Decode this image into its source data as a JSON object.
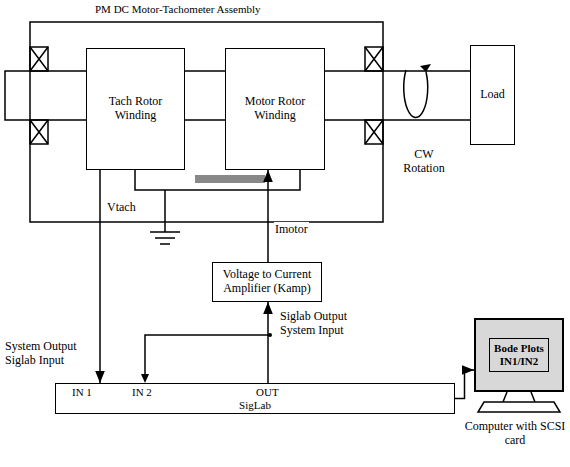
{
  "diagram": {
    "title": "PM DC Motor-Tachometer Assembly",
    "nodes": [
      {
        "text": [
          "Tach Rotor Winding"
        ]
      },
      {
        "text": [
          "Motor Rotor Winding"
        ]
      },
      {
        "text": [
          "Load"
        ]
      },
      {
        "text": [
          "Voltage to Current Amplifier (Kamp)"
        ]
      },
      {
        "text": [
          "IN 1",
          "IN 2",
          "OUT",
          "SigLab"
        ]
      },
      {
        "text": [
          "Bode Plots IN1/IN2"
        ]
      }
    ],
    "edges": [
      {
        "from": 0,
        "to": 4,
        "arrow": "to",
        "label": "Vtach"
      },
      {
        "from": 3,
        "to": 1,
        "arrow": "to",
        "label": "Imotor"
      },
      {
        "from": 4,
        "to": 3,
        "arrow": "to"
      },
      {
        "from": 4,
        "to": 5,
        "arrow": "to"
      }
    ],
    "labels": [
      "CW Rotation",
      "System Output Siglab Input",
      "Siglab Output System Input",
      "Computer with SCSI card"
    ]
  }
}
